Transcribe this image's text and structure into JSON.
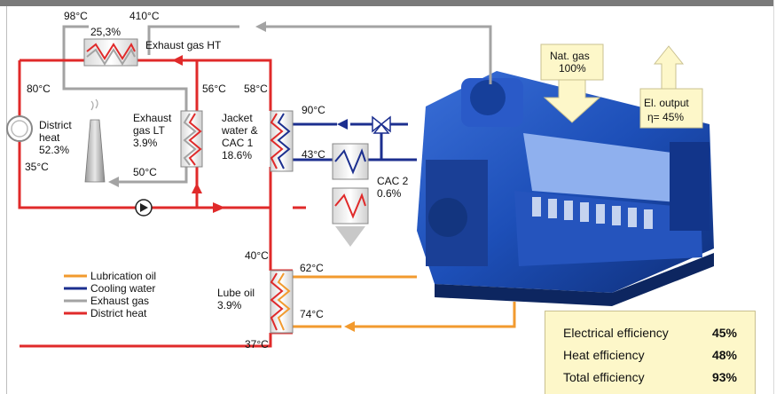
{
  "temps": {
    "t98": "98°C",
    "t410": "410°C",
    "t80": "80°C",
    "t35": "35°C",
    "t56": "56°C",
    "t58": "58°C",
    "t50": "50°C",
    "t90": "90°C",
    "t43": "43°C",
    "t40": "40°C",
    "t62": "62°C",
    "t74": "74°C",
    "t37": "37°C"
  },
  "components": {
    "exhaust_ht_pct": "25,3%",
    "exhaust_ht_label": "Exhaust gas HT",
    "district_heat": [
      "District",
      "heat",
      "52.3%"
    ],
    "exhaust_lt": [
      "Exhaust",
      "gas LT",
      "3.9%"
    ],
    "jacket": [
      "Jacket",
      "water &",
      "CAC 1",
      "18.6%"
    ],
    "cac2": [
      "CAC 2",
      "0.6%"
    ],
    "lube": [
      "Lube oil",
      "3.9%"
    ]
  },
  "natgas": [
    "Nat. gas",
    "100%"
  ],
  "el_output": [
    "El. output",
    "η= 45%"
  ],
  "legend": [
    {
      "label": "Lubrication oil",
      "color": "#f29a2e"
    },
    {
      "label": "Cooling water",
      "color": "#1c2f8f"
    },
    {
      "label": "Exhaust gas",
      "color": "#a3a3a3"
    },
    {
      "label": "District heat",
      "color": "#e02a2a"
    }
  ],
  "efficiency": [
    {
      "label": "Electrical efficiency",
      "value": "45%"
    },
    {
      "label": "Heat efficiency",
      "value": "48%"
    },
    {
      "label": "Total efficiency",
      "value": "93%"
    }
  ]
}
